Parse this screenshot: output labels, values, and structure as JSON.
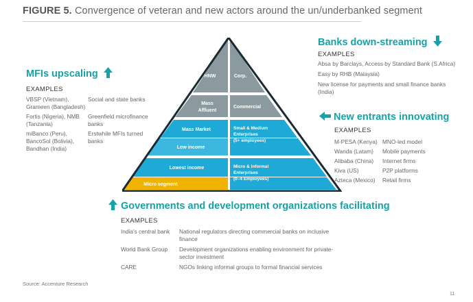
{
  "figure": {
    "label": "FIGURE 5.",
    "title": "Convergence of veteran and new actors around the un/underbanked segment"
  },
  "pyramid": {
    "left_levels": [
      "HNW",
      "Mass Affluent",
      "Mass Market",
      "Low income",
      "Lowest income",
      "Micro segment"
    ],
    "right_levels": [
      "Corp.",
      "Commercial",
      "Small & Medium Enterprises (5+ employees)",
      "Micro & Informal Enterprises (0–4 Employees)"
    ],
    "colors": {
      "top": "#8a9a9e",
      "mid": "#1fa9d6",
      "light": "#3cb8e0",
      "gold": "#f0b400",
      "dark": "#1a2a33"
    }
  },
  "banks": {
    "heading": "Banks down-streaming",
    "examples_label": "EXAMPLES",
    "lines": [
      "Absa by Barclays, Access by Standard Bank (S.Africa)",
      "Easy by RHB (Malaysia)",
      "New license for payments and small finance banks",
      "(India)"
    ]
  },
  "mfis": {
    "heading": "MFIs upscaling",
    "examples_label": "EXAMPLES",
    "left_col": [
      "VBSP (Vietnam),",
      "Grameen (Bangladesh)",
      "Fortis (Nigeria), NMB",
      "(Tanzania)",
      "miBanco (Peru),",
      "BancoSol (Bolivia),",
      "Bandhan (India)"
    ],
    "right_col": [
      "Social and state banks",
      "",
      "Greenfield microfinance",
      "banks",
      "Erstwhile MFIs turned",
      "banks"
    ]
  },
  "entrants": {
    "heading": "New entrants innovating",
    "examples_label": "EXAMPLES",
    "rows": [
      {
        "name": "M-PESA (Kenya)",
        "type": "MNO-led model"
      },
      {
        "name": "Wanda (Latam)",
        "type": "Mobile payments"
      },
      {
        "name": "Alibaba (China)",
        "type": "Internet firms"
      },
      {
        "name": "Kiva (US)",
        "type": "P2P platforms"
      },
      {
        "name": "Azteca (Mexico)",
        "type": "Retail firms"
      }
    ]
  },
  "gov": {
    "heading": "Governments and development organizations facilitating",
    "examples_label": "EXAMPLES",
    "rows": [
      {
        "name": "India's central bank",
        "desc1": "National regulators directing commercial banks on inclusive",
        "desc2": "finance"
      },
      {
        "name": "World Bank Group",
        "desc1": "Development organizations enabling environment for private-",
        "desc2": "sector investment"
      },
      {
        "name": "CARE",
        "desc1": "NGOs linking informal groups to formal financial services",
        "desc2": ""
      }
    ]
  },
  "source": "Source: Accenture Research",
  "page_number": "11"
}
